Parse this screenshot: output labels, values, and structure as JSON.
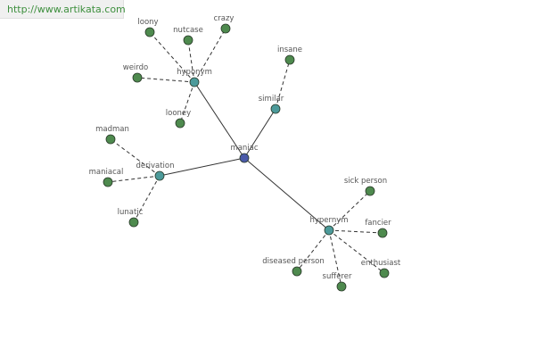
{
  "watermark": {
    "text": "http://www.artikata.com"
  },
  "graph": {
    "colors": {
      "center": "#4a5aa8",
      "relation": "#4c9a9a",
      "leaf": "#4e8a4e",
      "edge": "#333333"
    },
    "center": {
      "id": "maniac",
      "label": "maniac"
    },
    "relations": [
      {
        "id": "hyponym",
        "label": "hyponym",
        "leaves": [
          {
            "id": "loony",
            "label": "loony"
          },
          {
            "id": "nutcase",
            "label": "nutcase"
          },
          {
            "id": "crazy",
            "label": "crazy"
          },
          {
            "id": "weirdo",
            "label": "weirdo"
          },
          {
            "id": "looney",
            "label": "looney"
          }
        ]
      },
      {
        "id": "similar",
        "label": "similar",
        "leaves": [
          {
            "id": "insane",
            "label": "insane"
          }
        ]
      },
      {
        "id": "derivation",
        "label": "derivation",
        "leaves": [
          {
            "id": "madman",
            "label": "madman"
          },
          {
            "id": "maniacal",
            "label": "maniacal"
          },
          {
            "id": "lunatic",
            "label": "lunatic"
          }
        ]
      },
      {
        "id": "hypernym",
        "label": "hypernym",
        "leaves": [
          {
            "id": "sick-person",
            "label": "sick person"
          },
          {
            "id": "fancier",
            "label": "fancier"
          },
          {
            "id": "enthusiast",
            "label": "enthusiast"
          },
          {
            "id": "sufferer",
            "label": "sufferer"
          },
          {
            "id": "diseased-person",
            "label": "diseased person"
          }
        ]
      }
    ]
  }
}
